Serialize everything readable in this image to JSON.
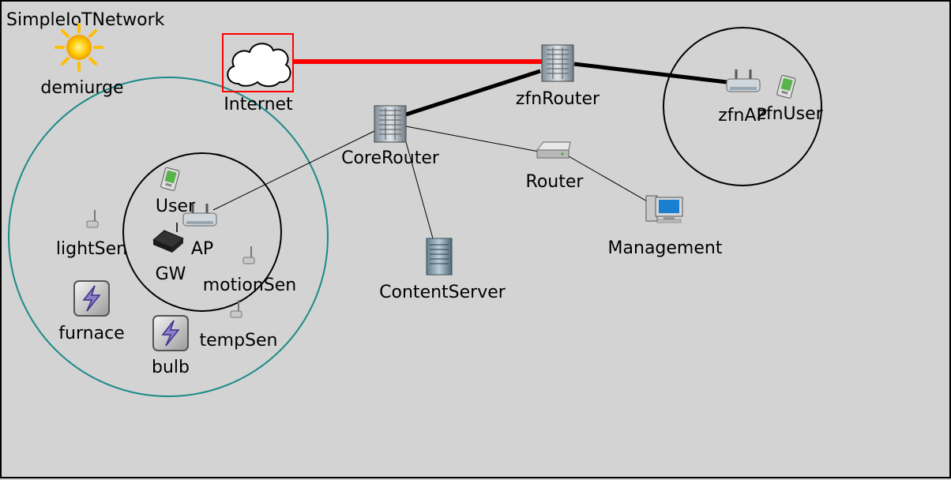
{
  "network": {
    "title": "SimpleIoTNetwork"
  },
  "nodes": {
    "demiurge": "demiurge",
    "internet": "Internet",
    "zfn_router": "zfnRouter",
    "zfn_ap": "zfnAP",
    "zfn_user": "zfnUser",
    "core_router": "CoreRouter",
    "router": "Router",
    "management": "Management",
    "content_server": "ContentServer",
    "user": "User",
    "ap": "AP",
    "gw": "GW",
    "light_sen": "lightSen",
    "motion_sen": "motionSen",
    "temp_sen": "tempSen",
    "furnace": "furnace",
    "bulb": "bulb"
  },
  "colors": {
    "background": "#d3d3d3",
    "internet_link": "#ff0000",
    "backbone_link": "#000000",
    "range_circle_outer": "#1a8a87",
    "range_circle_inner": "#000000",
    "selection_box": "#ff0000"
  },
  "icons": {
    "demiurge": "sun-icon",
    "internet": "cloud-icon",
    "routers": "server-rack-icon",
    "router": "small-router-icon",
    "management": "workstation-icon",
    "content_server": "server-icon",
    "access_points": "wireless-ap-icon",
    "users": "pda-icon",
    "sensors": "antenna-sensor-icon",
    "actuators": "lightning-actuator-icon",
    "gateway": "gateway-box-icon"
  }
}
